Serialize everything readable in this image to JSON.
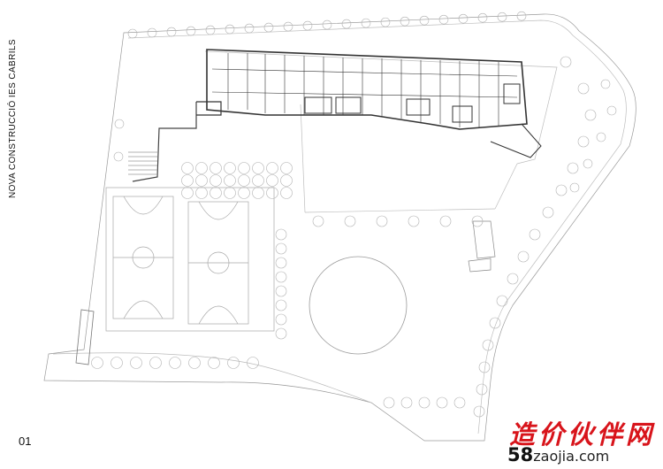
{
  "title": "NOVA CONSTRUCCIÓ IES CABRILS",
  "page_number": "01",
  "watermark": {
    "brand_cn": "造价伙伴网",
    "url_prefix": "58",
    "url_rest": "zaojia.com"
  },
  "colors": {
    "line": "#8a8a8a",
    "wall": "#333333",
    "watermark_red": "#d8141b"
  }
}
